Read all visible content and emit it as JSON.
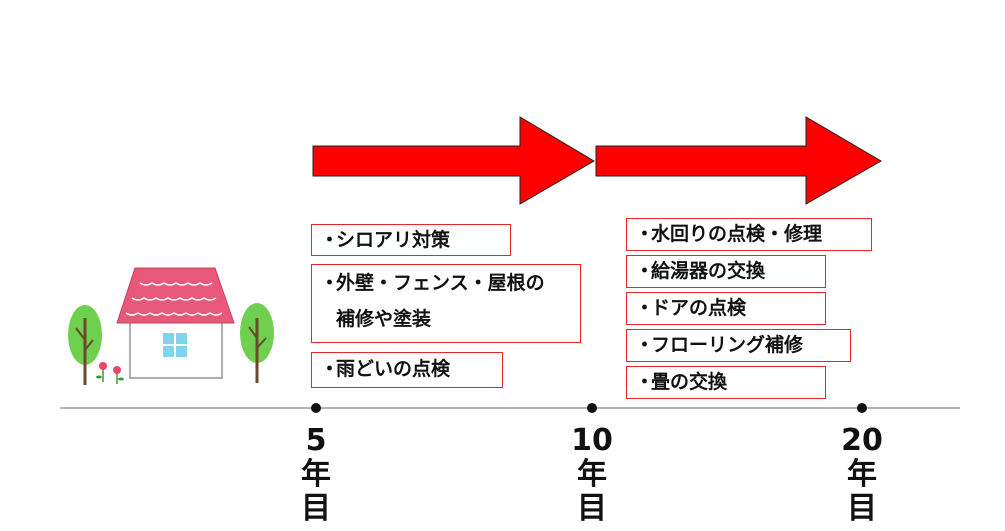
{
  "colors": {
    "arrow": "#ff0000",
    "box_border": "#e8262a",
    "timeline": "#9a9a9a",
    "roof": "#e8587a",
    "tree": "#6fcf4f",
    "window": "#7fd3ea"
  },
  "house_icon": "house-with-trees-illustration",
  "milestones": [
    {
      "number": "5",
      "unit": "年",
      "suffix": "目"
    },
    {
      "number": "10",
      "unit": "年",
      "suffix": "目"
    },
    {
      "number": "20",
      "unit": "年",
      "suffix": "目"
    }
  ],
  "groups": [
    {
      "items": [
        {
          "bullet": "・",
          "lines": [
            "シロアリ対策"
          ]
        },
        {
          "bullet": "・",
          "lines": [
            "外壁・フェンス・屋根の",
            "補修や塗装"
          ]
        },
        {
          "bullet": "・",
          "lines": [
            "雨どいの点検"
          ]
        }
      ]
    },
    {
      "items": [
        {
          "bullet": "・",
          "lines": [
            "水回りの点検・修理"
          ]
        },
        {
          "bullet": "・",
          "lines": [
            "給湯器の交換"
          ]
        },
        {
          "bullet": "・",
          "lines": [
            "ドアの点検"
          ]
        },
        {
          "bullet": "・",
          "lines": [
            "フローリング補修"
          ]
        },
        {
          "bullet": "・",
          "lines": [
            "畳の交換"
          ]
        }
      ]
    }
  ]
}
